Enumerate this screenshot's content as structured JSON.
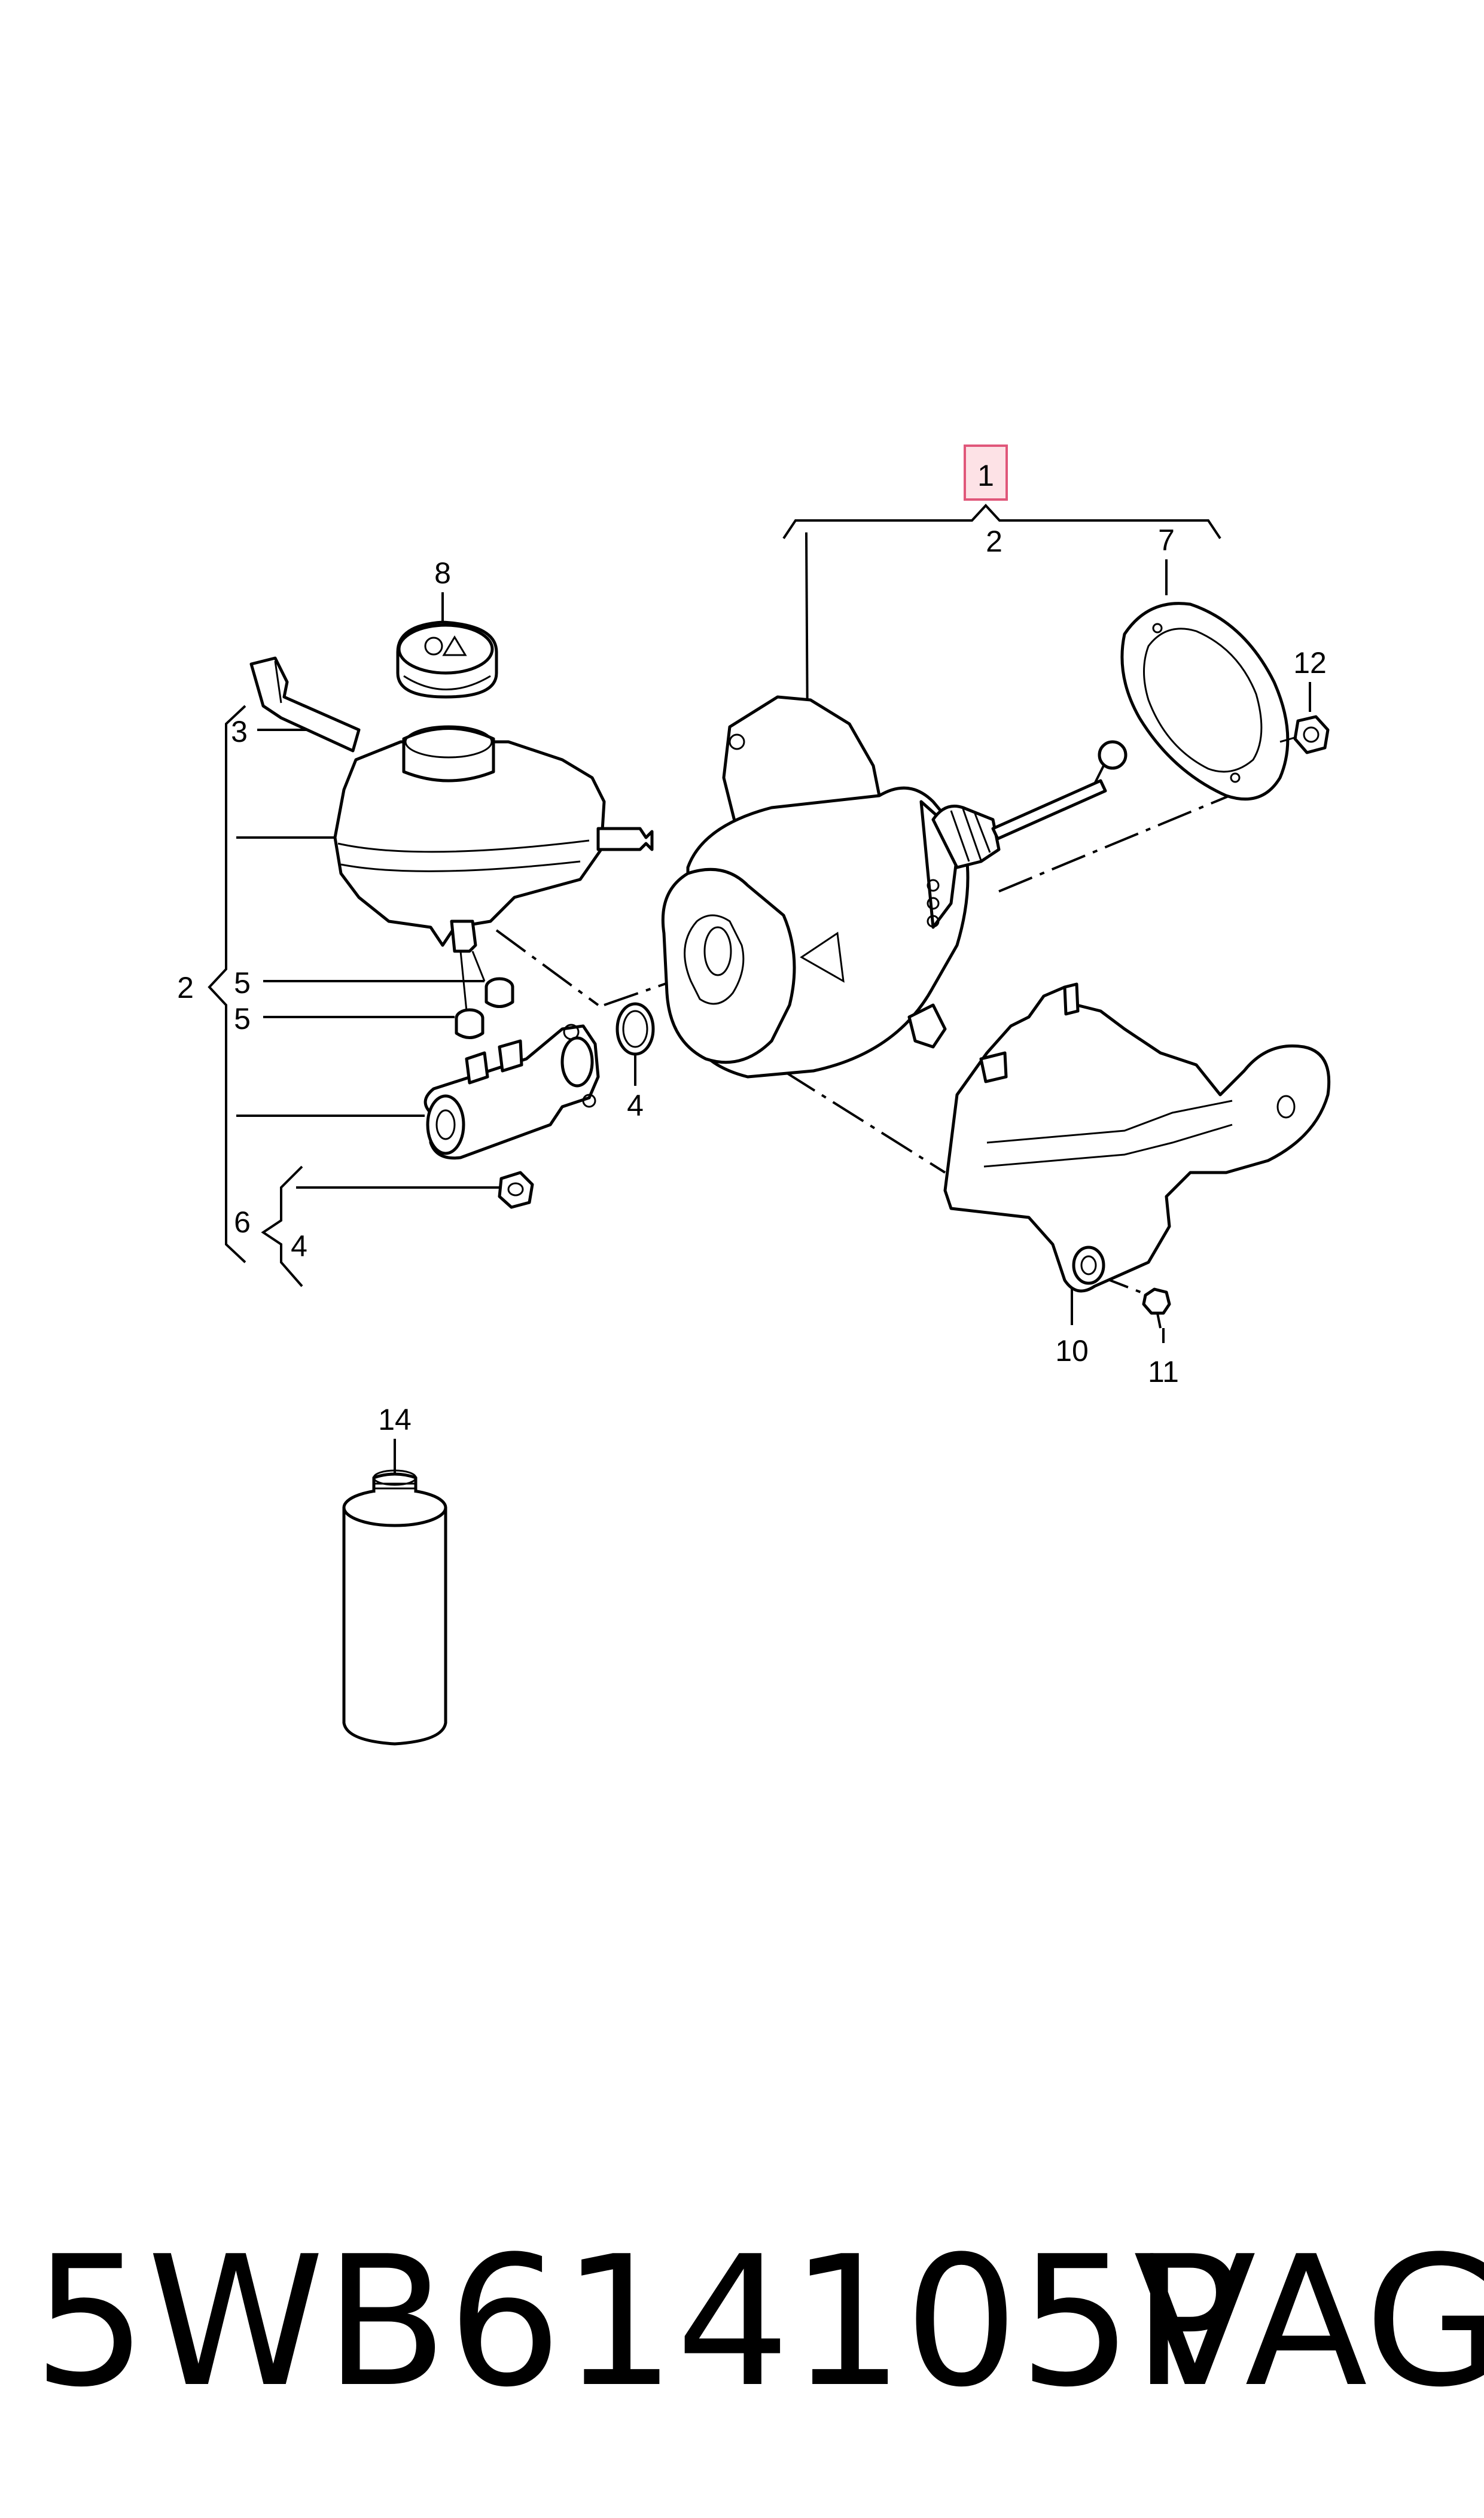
{
  "labels": {
    "l1": "1",
    "l2_top": "2",
    "l7": "7",
    "l12": "12",
    "l8": "8",
    "l3": "3",
    "l2_left": "2",
    "l5_a": "5",
    "l5_b": "5",
    "l4_ring": "4",
    "l6": "6",
    "l4_nut": "4",
    "l10": "10",
    "l11": "11",
    "l14": "14"
  },
  "footer": {
    "part_number": "5WB614105P",
    "brand": "VAG"
  },
  "colors": {
    "highlight_fill": "#fde2e6",
    "highlight_stroke": "#e0577a",
    "line": "#000000"
  }
}
